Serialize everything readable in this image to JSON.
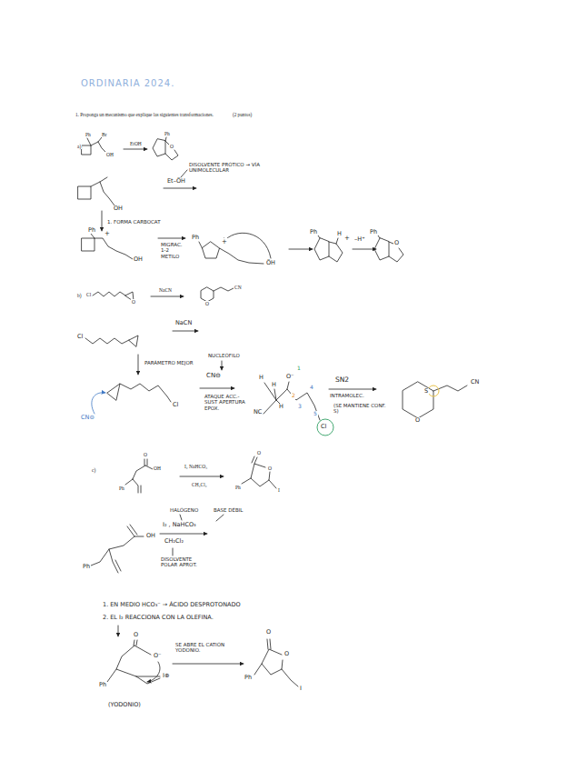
{
  "diagram": {
    "title": "ORDINARIA 2024.",
    "labels": [
      "1. Proponga un mecanismo que explique las siguientes transformaciones.",
      "(2 puntos)",
      "a)",
      "Ph",
      "Br",
      "OH",
      "EtOH",
      "Ph",
      "O",
      "DISOLVENTE PRÓTICO → VÍA UNIMOLECULAR",
      "Et–ÖH",
      "OH",
      "1. FORMA CARBOCAT",
      "Ph",
      "+",
      "OH",
      "MIGRAC. 1-2 METILO",
      "Ph",
      "+",
      "ÖH",
      "Ph",
      "H",
      "+",
      "–H⁺",
      "Ph",
      "O",
      "b)",
      "Cl",
      "O",
      "NaCN",
      "O",
      "CN",
      "Cl",
      "NaCN",
      "PARÁMETRO MEJOR",
      "Cl",
      "CN⊖",
      "NUCLEÓFILO",
      "CN⊖",
      "ATAQUE ACC.-SUST APERTURA EPOX.",
      "H",
      "H",
      "O⁻",
      "1",
      "2",
      "3",
      "4",
      "5",
      "NC",
      "H",
      "Cl",
      "SN2",
      "INTRAMOLEC.",
      "(SE MANTIENE CONF. S)",
      "S",
      "CN",
      "O",
      "c)",
      "O",
      "OH",
      "Ph",
      "I₂  NaHCO₃",
      "CH₂Cl₂",
      "O",
      "O",
      "Ph",
      "I",
      "OH",
      "Ph",
      "HALÓGENO",
      "BASE DÉBIL",
      "I₂ , NaHCO₃",
      "CH₂Cl₂",
      "DISOLVENTE POLAR APROT.",
      "1. EN MEDIO HCO₃⁻ → ÁCIDO DESPROTONADO",
      "2. EL I₂ REACCIONA CON LA OLEFINA.",
      "O",
      "O⁻",
      "Ph",
      "I⊕",
      "(YODONIO)",
      "SE ABRE EL CATIÓN YODONIO.",
      "O",
      "O",
      "Ph",
      "I"
    ]
  }
}
